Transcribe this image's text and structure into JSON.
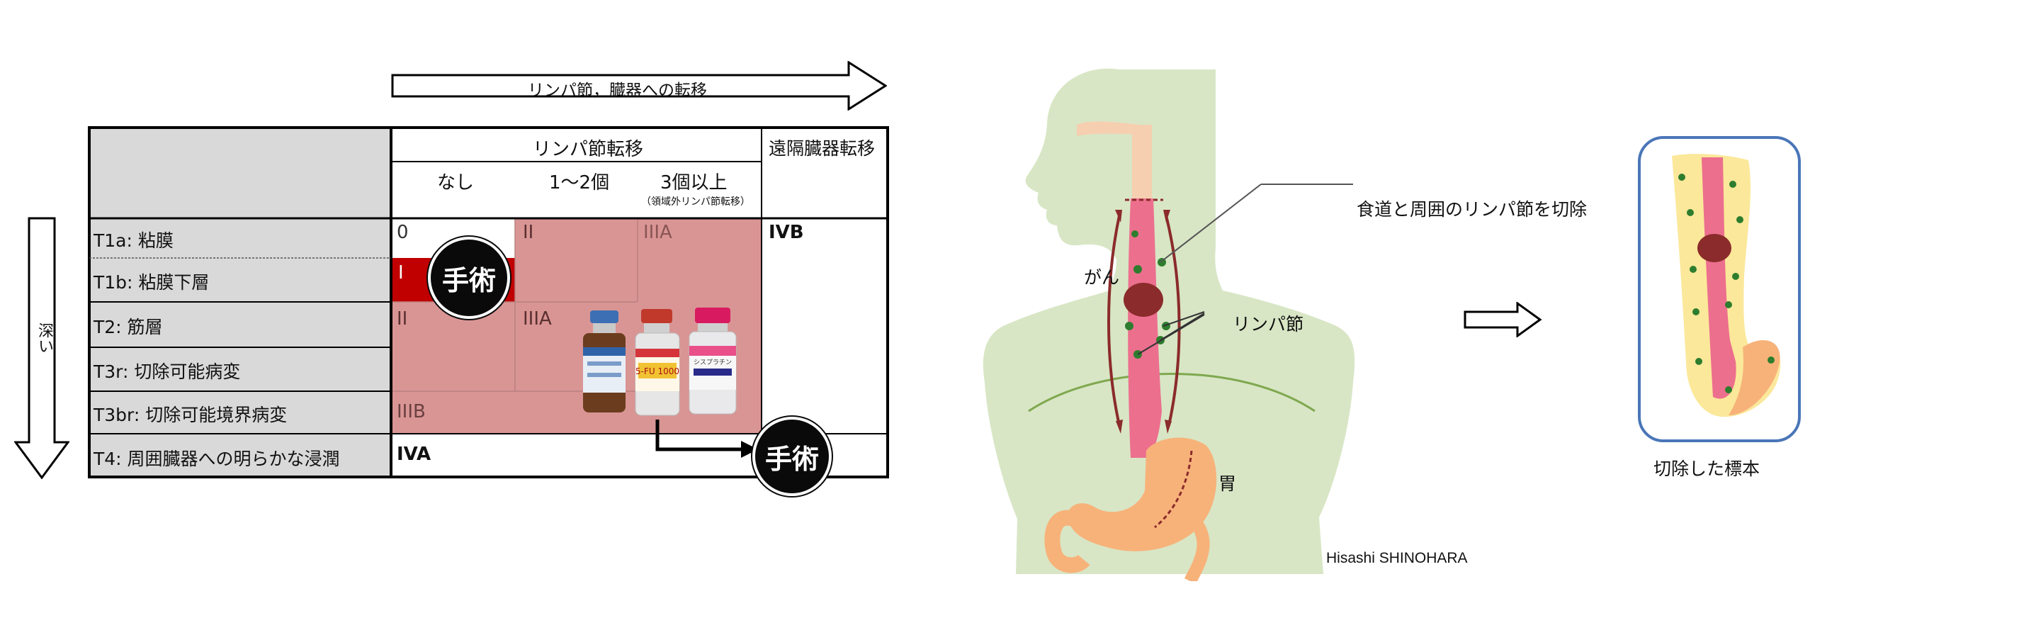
{
  "staging": {
    "lymph_arrow_label": "リンパ節，臓器への転移",
    "depth_arrow_label": "深い",
    "header": {
      "lymph_metastasis": "リンパ節転移",
      "distant_metastasis": "遠隔臓器転移",
      "none": "なし",
      "one_two": "1〜2個",
      "three_plus": "3個以上",
      "three_plus_note": "（領域外リンパ節転移）"
    },
    "rows": [
      "T1a: 粘膜",
      "T1b: 粘膜下層",
      "T2: 筋層",
      "T3r: 切除可能病変",
      "T3br: 切除可能境界病変",
      "T4: 周囲臓器への明らかな浸潤"
    ],
    "stages": {
      "s0": "0",
      "sI": "I",
      "sII_top": "II",
      "sIIIA_top": "IIIA",
      "sII_mid": "II",
      "sIIIA_mid": "IIIA",
      "sIIIB": "IIIB",
      "sIVA": "IVA",
      "sIVB": "IVB"
    },
    "surgery_badge_1": "手術",
    "surgery_badge_2": "手術",
    "drug_labels": [
      "5-FU 1000",
      "シスプラチン"
    ],
    "colors": {
      "stage_pink": "#d99594",
      "stage_red": "#c00000",
      "header_gray": "#d9d9d9"
    }
  },
  "anatomy": {
    "resect_label": "食道と周囲のリンパ節を切除",
    "cancer_label": "がん",
    "lymph_label": "リンパ節",
    "stomach_label": "胃",
    "author": "Hisashi SHINOHARA"
  },
  "specimen": {
    "caption": "切除した標本"
  }
}
